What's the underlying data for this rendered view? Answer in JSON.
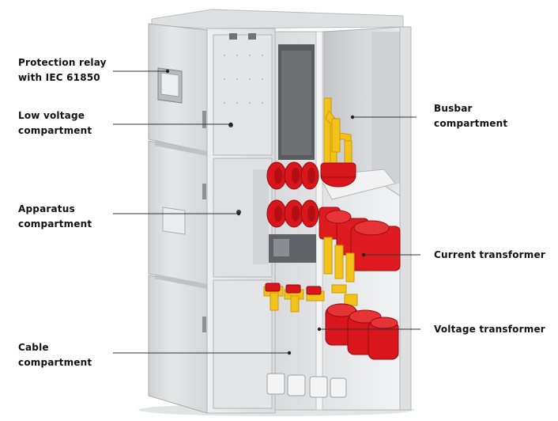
{
  "labels": {
    "protection_relay": [
      "Protection relay",
      "with IEC 61850"
    ],
    "low_voltage": [
      "Low voltage",
      "compartment"
    ],
    "apparatus": [
      "Apparatus",
      "compartment"
    ],
    "cable": [
      "Cable",
      "compartment"
    ],
    "busbar": [
      "Busbar",
      "compartment"
    ],
    "current_transformer": "Current transformer",
    "voltage_transformer": "Voltage transformer"
  },
  "colors": {
    "text": "#111111",
    "leader": "#333333",
    "cabinet": "#e7e8e9",
    "cabinet_shadow": "#c9cbcd",
    "busbar": "#f2c21b",
    "insulator_red": "#d9161b"
  }
}
